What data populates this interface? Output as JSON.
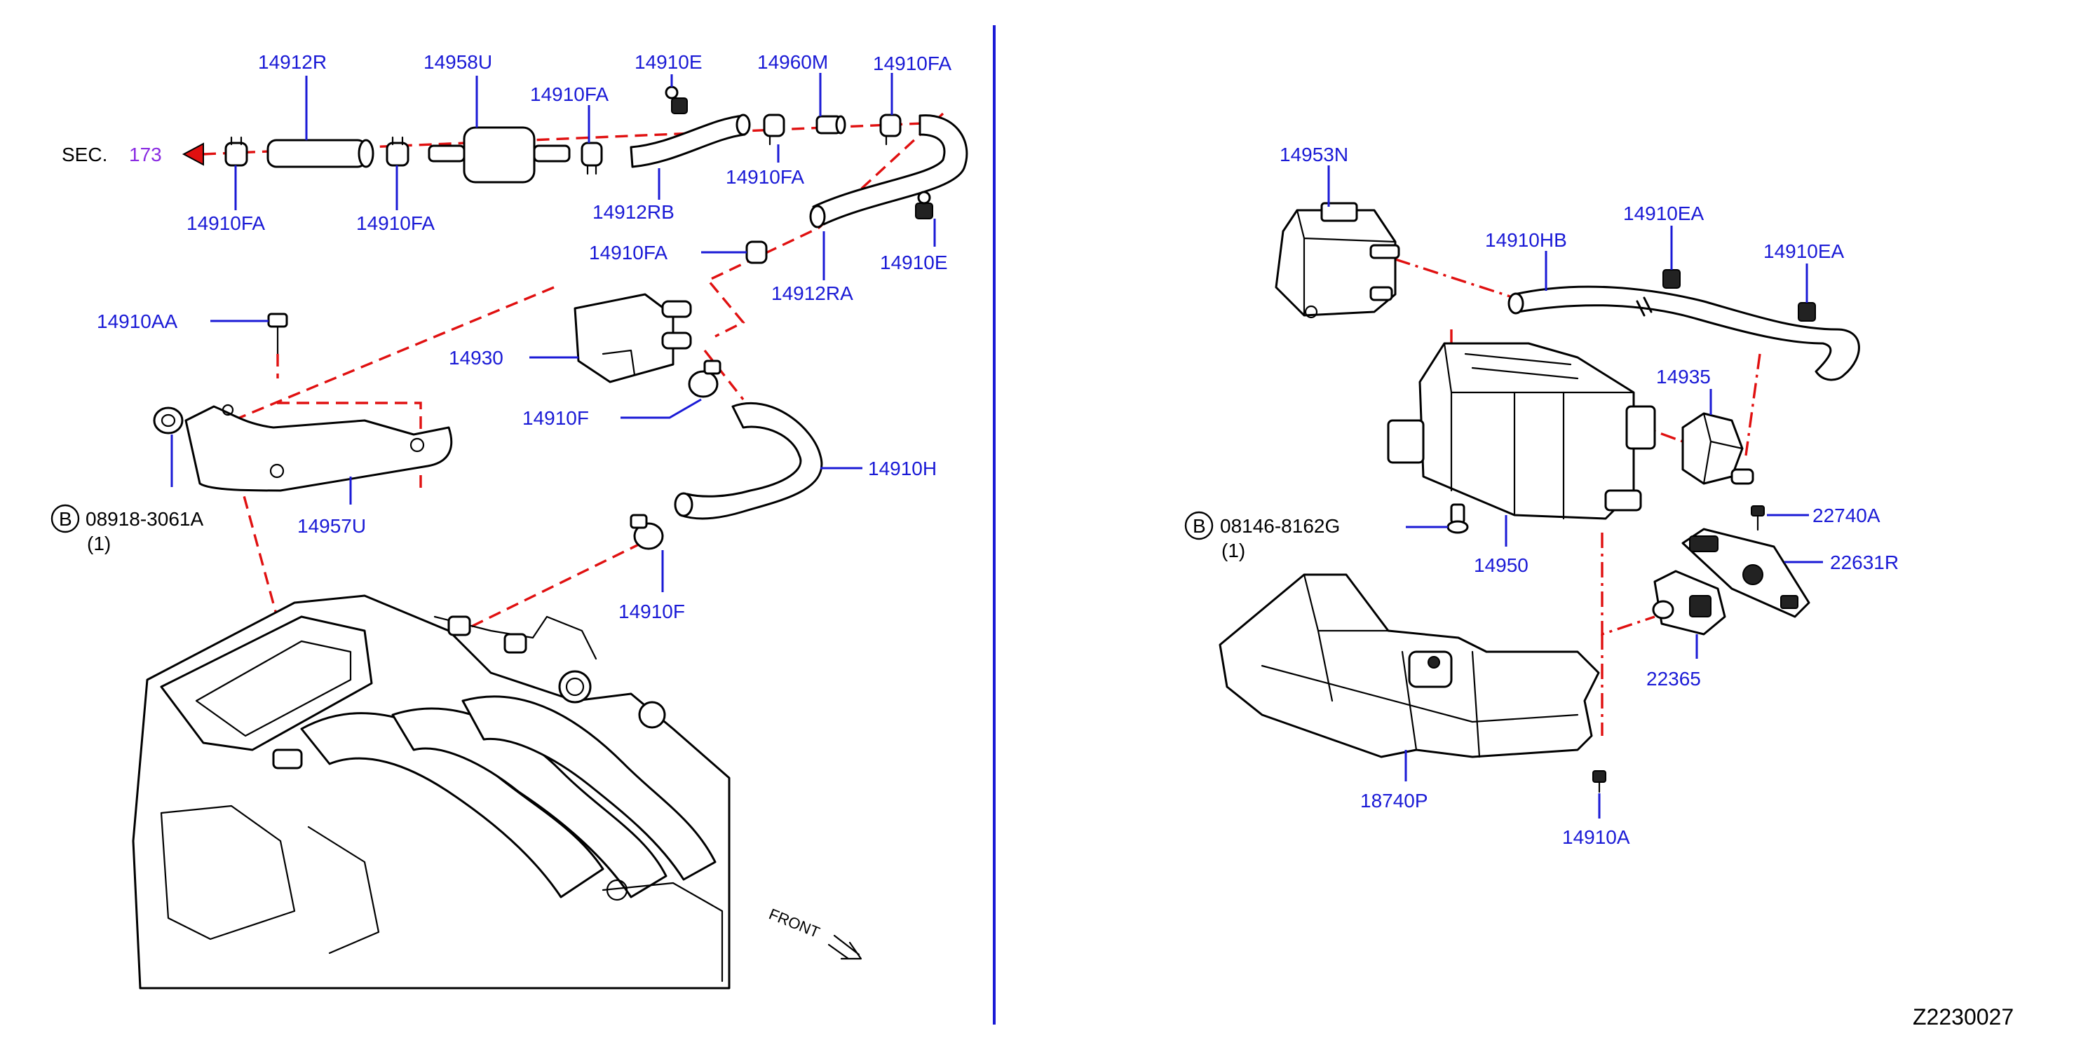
{
  "sec_ref": {
    "prefix": "SEC.",
    "number": "173"
  },
  "front_label": "FRONT",
  "diagram_id": "Z2230027",
  "colors": {
    "label": "#1a1ad6",
    "dash": "#e01010",
    "sec_number": "#8a2be2",
    "ink": "#000000"
  },
  "left_parts": {
    "p14912R": "14912R",
    "p14958U": "14958U",
    "p14910E_top": "14910E",
    "p14960M": "14960M",
    "p14910FA_topright": "14910FA",
    "p14910FA_mid": "14910FA",
    "p14910FA_left1": "14910FA",
    "p14910FA_left2": "14910FA",
    "p14912RB": "14912RB",
    "p14910FA_under": "14910FA",
    "p14910E_right": "14910E",
    "p14910FA_valve": "14910FA",
    "p14912RA": "14912RA",
    "p14910AA": "14910AA",
    "p14930": "14930",
    "p14910F_upper": "14910F",
    "p14910H": "14910H",
    "p14957U": "14957U",
    "p14910F_lower": "14910F"
  },
  "left_bolt": {
    "badge": "B",
    "part": "08918-3061A",
    "qty": "(1)"
  },
  "right_parts": {
    "p14953N": "14953N",
    "p14910HB": "14910HB",
    "p14910EA_1": "14910EA",
    "p14910EA_2": "14910EA",
    "p14935": "14935",
    "p22740A": "22740A",
    "p22631R": "22631R",
    "p14950": "14950",
    "p22365": "22365",
    "p18740P": "18740P",
    "p14910A": "14910A"
  },
  "right_bolt": {
    "badge": "B",
    "part": "08146-8162G",
    "qty": "(1)"
  }
}
